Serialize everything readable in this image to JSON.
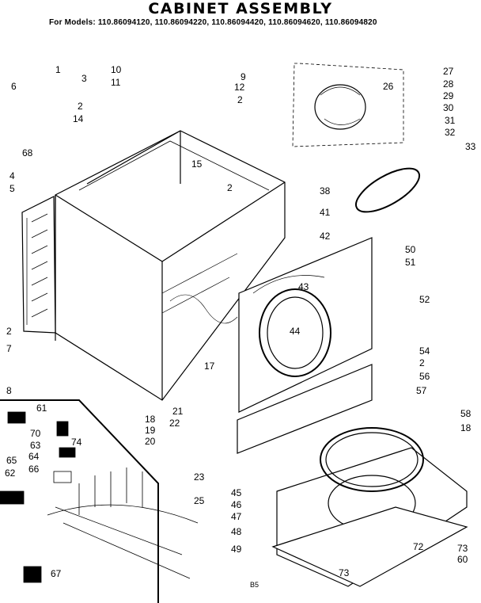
{
  "header": {
    "title": "CABINET ASSEMBLY",
    "subtitle": "For Models: 110.86094120, 110.86094220, 110.86094420, 110.86094620, 110.86094820"
  },
  "page_ref": "B5",
  "callouts": [
    "1",
    "2",
    "3",
    "4",
    "5",
    "6",
    "7",
    "8",
    "9",
    "10",
    "11",
    "12",
    "14",
    "15",
    "17",
    "18",
    "19",
    "20",
    "21",
    "22",
    "23",
    "25",
    "26",
    "27",
    "28",
    "29",
    "30",
    "31",
    "32",
    "33",
    "38",
    "41",
    "42",
    "43",
    "44",
    "45",
    "46",
    "47",
    "48",
    "49",
    "50",
    "51",
    "52",
    "54",
    "56",
    "57",
    "58",
    "60",
    "61",
    "62",
    "63",
    "64",
    "65",
    "66",
    "67",
    "68",
    "70",
    "72",
    "73",
    "74"
  ],
  "labels": [
    {
      "text": "1"
    },
    {
      "text": "3"
    },
    {
      "text": "10"
    },
    {
      "text": "11"
    },
    {
      "text": "6"
    },
    {
      "text": "2"
    },
    {
      "text": "14"
    },
    {
      "text": "68"
    },
    {
      "text": "4"
    },
    {
      "text": "5"
    },
    {
      "text": "9"
    },
    {
      "text": "12"
    },
    {
      "text": "2"
    },
    {
      "text": "26"
    },
    {
      "text": "27"
    },
    {
      "text": "28"
    },
    {
      "text": "29"
    },
    {
      "text": "30"
    },
    {
      "text": "31"
    },
    {
      "text": "32"
    },
    {
      "text": "33"
    },
    {
      "text": "15"
    },
    {
      "text": "2"
    },
    {
      "text": "38"
    },
    {
      "text": "41"
    },
    {
      "text": "42"
    },
    {
      "text": "50"
    },
    {
      "text": "51"
    },
    {
      "text": "43"
    },
    {
      "text": "52"
    },
    {
      "text": "44"
    },
    {
      "text": "2"
    },
    {
      "text": "7"
    },
    {
      "text": "8"
    },
    {
      "text": "17"
    },
    {
      "text": "54"
    },
    {
      "text": "2"
    },
    {
      "text": "56"
    },
    {
      "text": "57"
    },
    {
      "text": "61"
    },
    {
      "text": "70"
    },
    {
      "text": "63"
    },
    {
      "text": "74"
    },
    {
      "text": "65"
    },
    {
      "text": "64"
    },
    {
      "text": "66"
    },
    {
      "text": "62"
    },
    {
      "text": "67"
    },
    {
      "text": "18"
    },
    {
      "text": "19"
    },
    {
      "text": "20"
    },
    {
      "text": "21"
    },
    {
      "text": "22"
    },
    {
      "text": "23"
    },
    {
      "text": "25"
    },
    {
      "text": "58"
    },
    {
      "text": "18"
    },
    {
      "text": "45"
    },
    {
      "text": "46"
    },
    {
      "text": "47"
    },
    {
      "text": "48"
    },
    {
      "text": "49"
    },
    {
      "text": "72"
    },
    {
      "text": "73"
    },
    {
      "text": "60"
    },
    {
      "text": "73"
    }
  ]
}
